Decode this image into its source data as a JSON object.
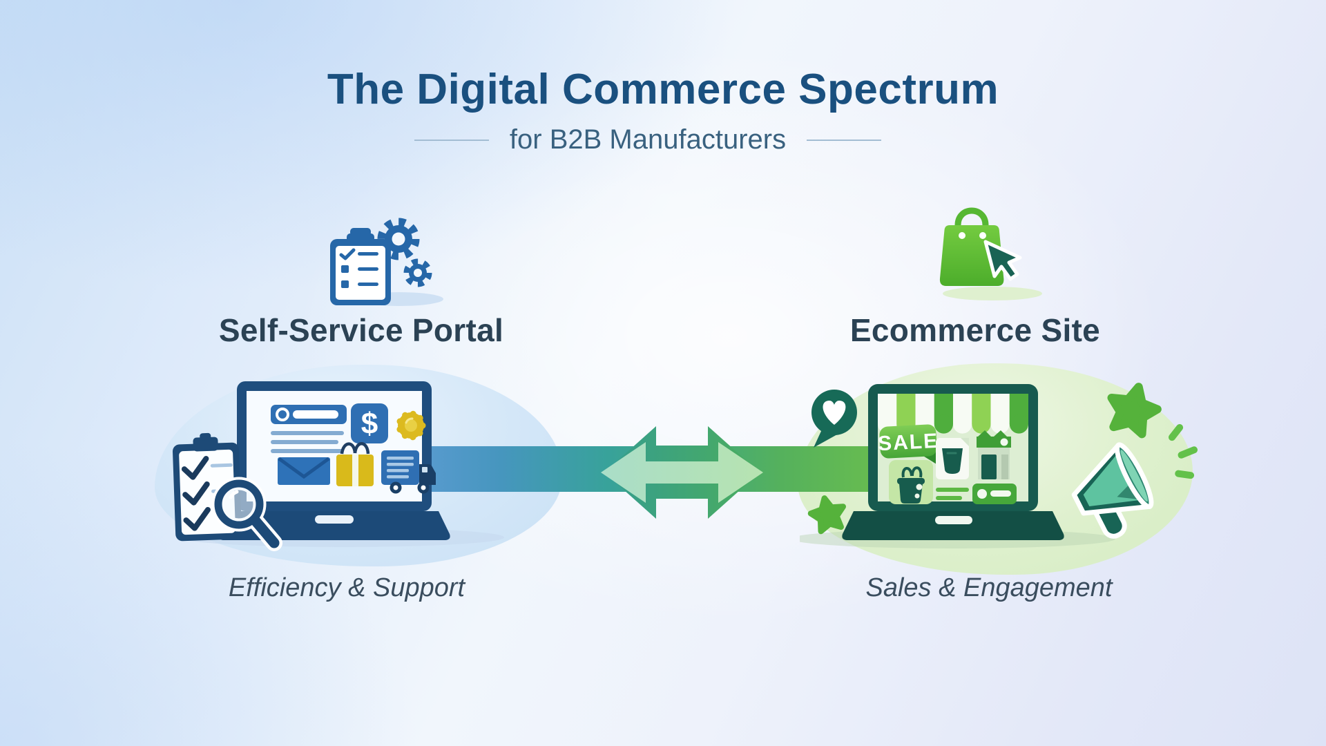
{
  "header": {
    "title": "The Digital Commerce Spectrum",
    "subtitle": "for B2B Manufacturers"
  },
  "left_panel": {
    "icon": "clipboard-gears-icon",
    "heading": "Self-Service Portal",
    "caption": "Efficiency & Support",
    "screen": {
      "dollar_symbol": "$"
    }
  },
  "right_panel": {
    "icon": "shopping-bag-cursor-icon",
    "heading": "Ecommerce Site",
    "caption": "Sales & Engagement",
    "screen": {
      "sale_badge": "SALE"
    }
  },
  "spectrum": {
    "bar_colors": [
      "#4f93cb",
      "#38a29a",
      "#46a97c",
      "#6cbf4d"
    ],
    "arrow_dark": "#3ba088",
    "arrow_light": "#b7e4c9"
  },
  "palette": {
    "title_text": "#1a507f",
    "heading_text": "#2b4254",
    "caption_text": "#3a4d5e",
    "blue_accent": "#2667a8",
    "navy_laptop": "#1f4e7e",
    "teal_laptop": "#175a4f",
    "green_accent": "#55b23b",
    "yellow_accent": "#dcba1f"
  }
}
